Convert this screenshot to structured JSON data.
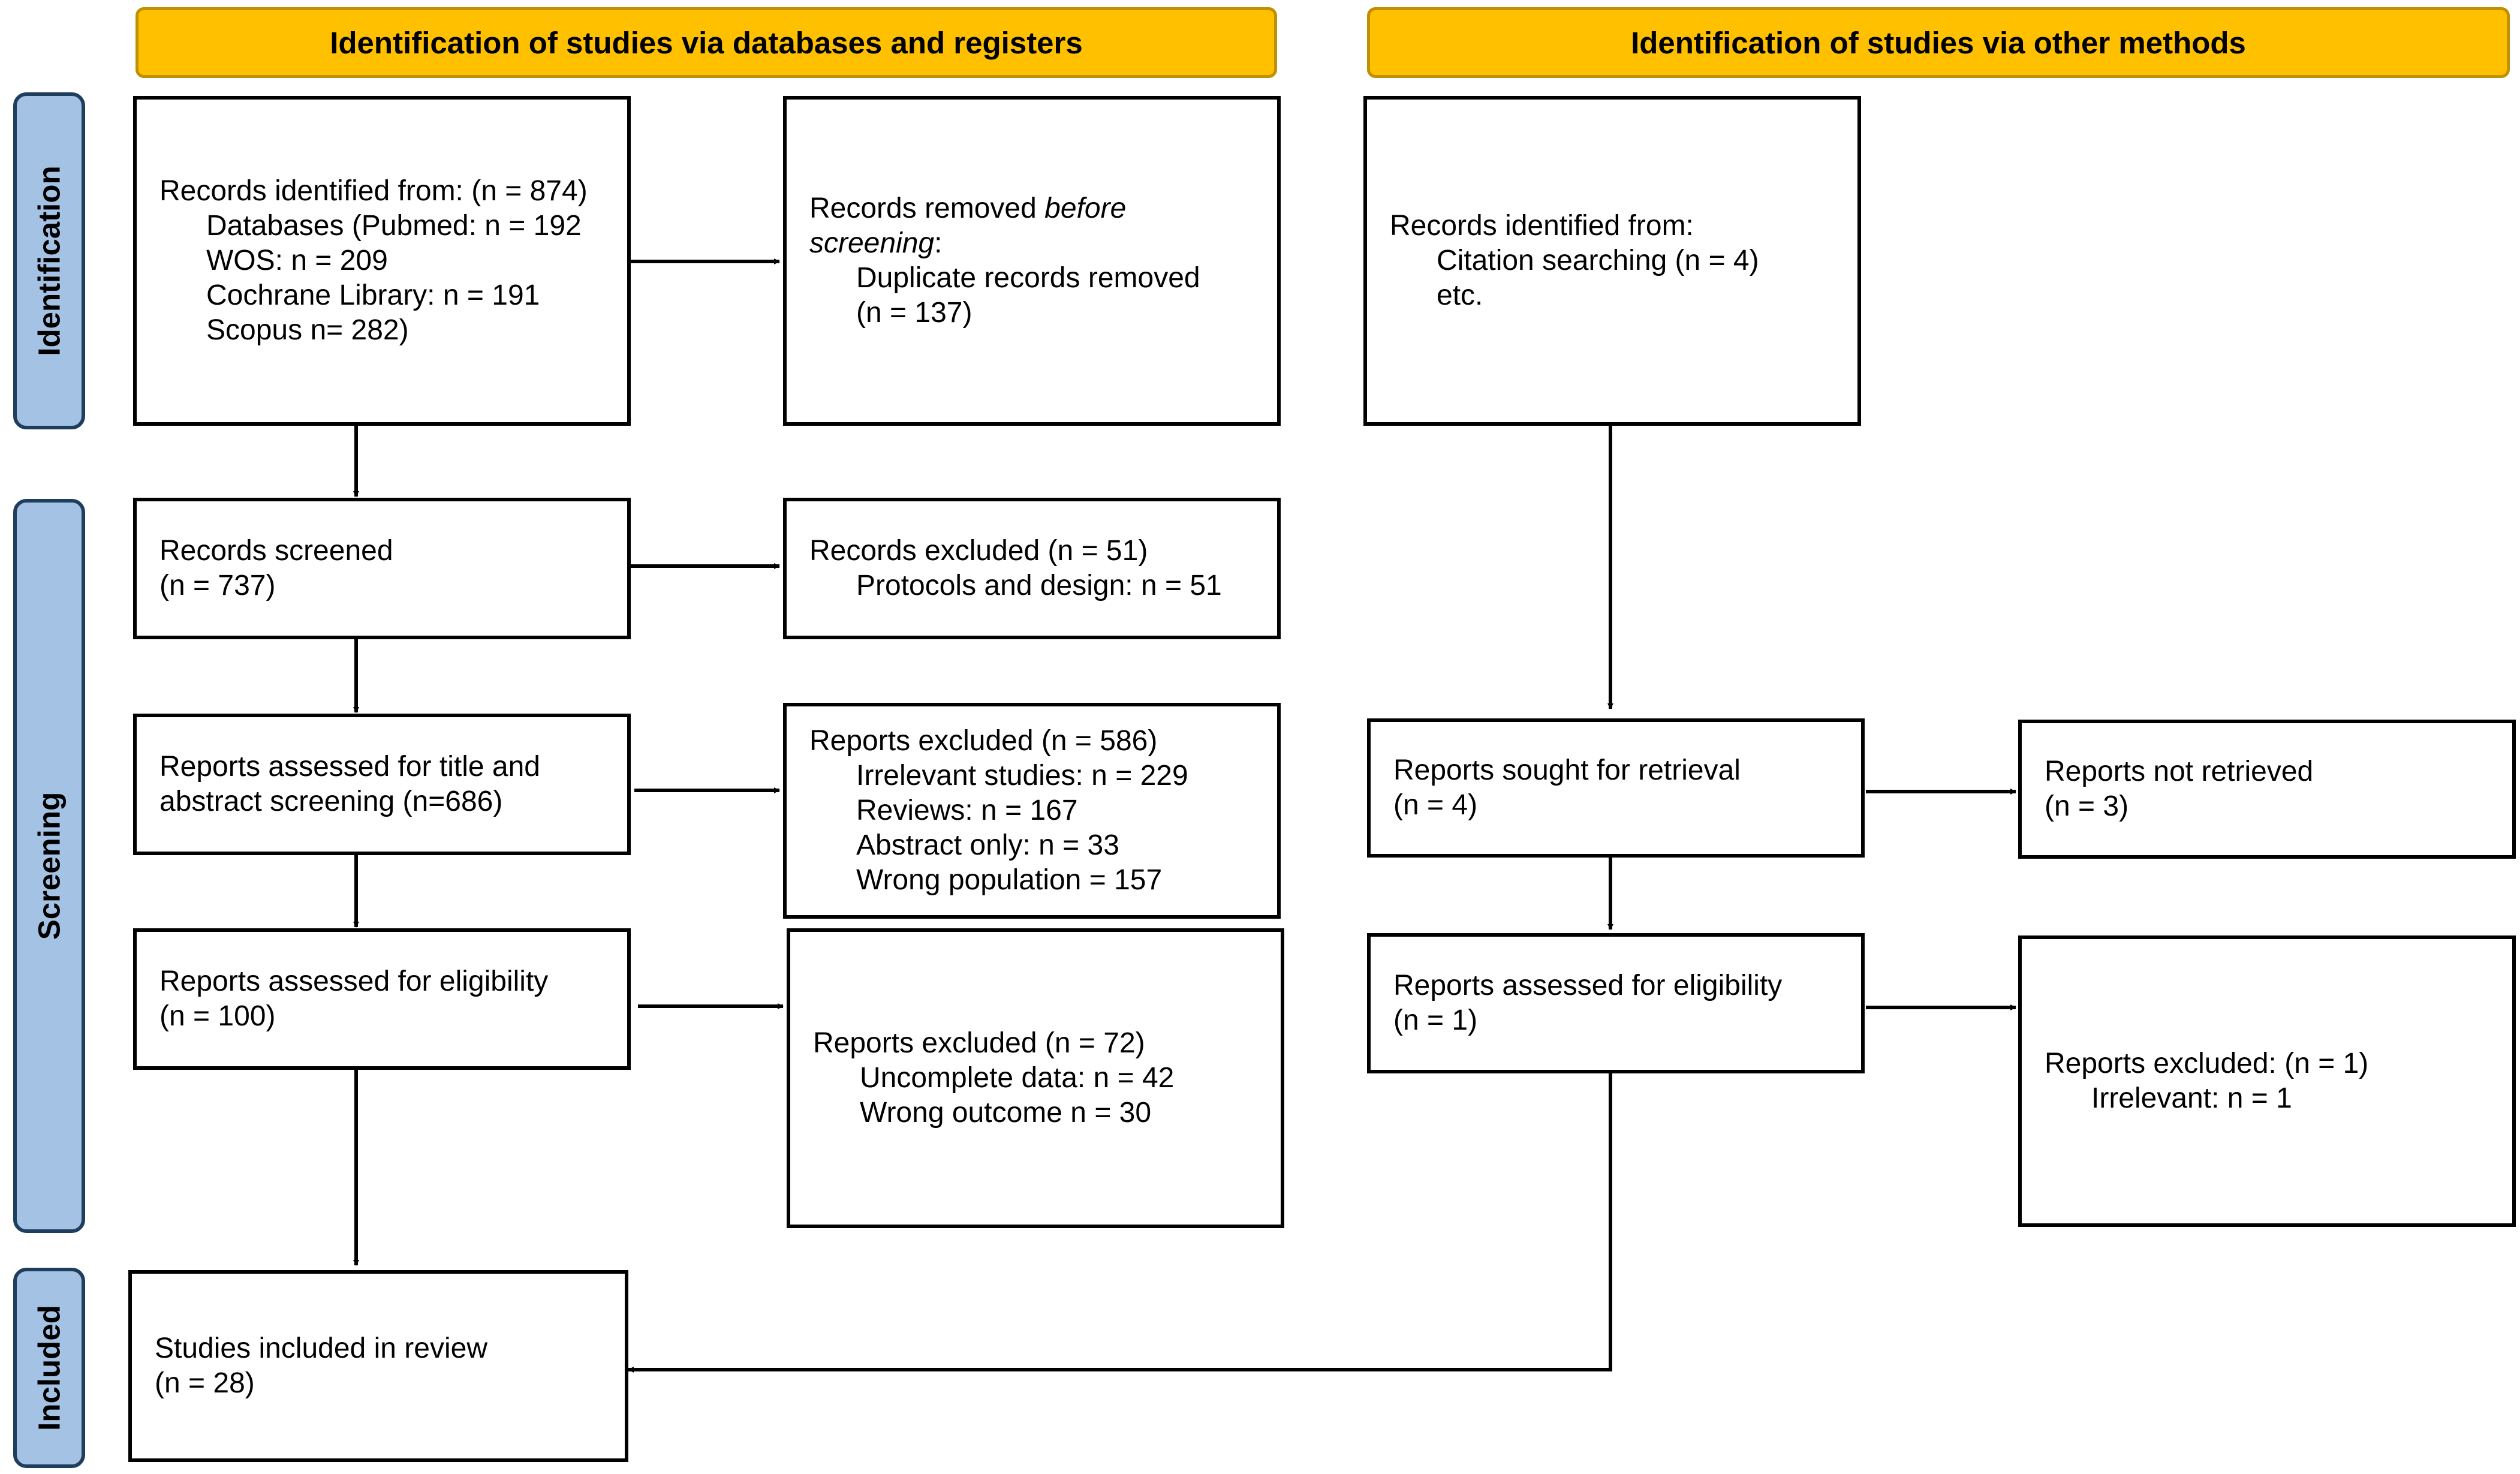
{
  "header": {
    "left": "Identification of studies via databases and registers",
    "right": "Identification of studies via other methods"
  },
  "phases": {
    "identification": "Identification",
    "screening": "Screening",
    "included": "Included"
  },
  "db": {
    "identified": {
      "title": "Records identified from: (n = 874)",
      "lines": [
        "Databases (Pubmed: n = 192",
        "WOS: n = 209",
        "Cochrane Library: n = 191",
        "Scopus n= 282)"
      ]
    },
    "removed": {
      "title_pre": "Records removed ",
      "title_em": "before screening",
      "title_post": ":",
      "lines": [
        "Duplicate records removed",
        "(n = 137)"
      ]
    },
    "screened": {
      "title": "Records screened",
      "count": "(n = 737)"
    },
    "records_excluded": {
      "title": "Records excluded (n = 51)",
      "lines": [
        "Protocols and design: n = 51"
      ]
    },
    "title_abstract": {
      "title": "Reports assessed for title and abstract screening (n=686)"
    },
    "reports_excluded_1": {
      "title": "Reports excluded (n = 586)",
      "lines": [
        "Irrelevant studies: n = 229",
        "Reviews: n = 167",
        "Abstract only: n = 33",
        "Wrong population = 157"
      ]
    },
    "eligibility": {
      "title": "Reports assessed for eligibility",
      "count": "(n = 100)"
    },
    "reports_excluded_2": {
      "title": "Reports excluded (n = 72)",
      "lines": [
        "Uncomplete data: n = 42",
        "Wrong outcome n = 30"
      ]
    },
    "included": {
      "title": "Studies included in review",
      "count": "(n = 28)"
    }
  },
  "other": {
    "identified": {
      "title": "Records identified from:",
      "lines": [
        "Citation searching (n = 4)",
        "etc."
      ]
    },
    "sought": {
      "title": "Reports sought for retrieval",
      "count": "(n = 4)"
    },
    "not_retrieved": {
      "title": "Reports not retrieved",
      "count": "(n = 3)"
    },
    "eligibility": {
      "title": "Reports assessed for eligibility",
      "count": "(n = 1)"
    },
    "excluded": {
      "title": "Reports excluded: (n = 1)",
      "lines": [
        "Irrelevant: n = 1"
      ]
    }
  }
}
